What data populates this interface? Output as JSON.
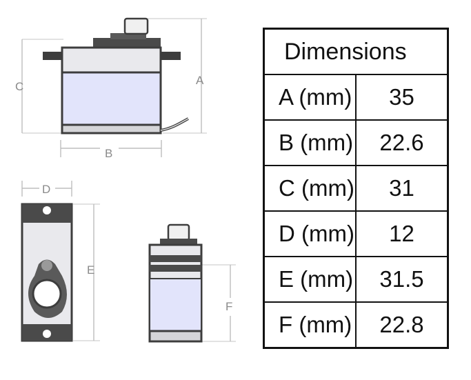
{
  "diagram": {
    "labels": {
      "a": "A",
      "b": "B",
      "c": "C",
      "d": "D",
      "e": "E",
      "f": "F"
    },
    "colors": {
      "body_fill": "#e9e9ed",
      "window_fill": "#e2e4fb",
      "dark": "#3d3d3d",
      "mid": "#6b6b6b"
    }
  },
  "table": {
    "header": "Dimensions",
    "rows": [
      {
        "label": "A (mm)",
        "value": "35"
      },
      {
        "label": "B (mm)",
        "value": "22.6"
      },
      {
        "label": "C (mm)",
        "value": "31"
      },
      {
        "label": "D (mm)",
        "value": "12"
      },
      {
        "label": "E (mm)",
        "value": "31.5"
      },
      {
        "label": "F (mm)",
        "value": "22.8"
      }
    ]
  }
}
